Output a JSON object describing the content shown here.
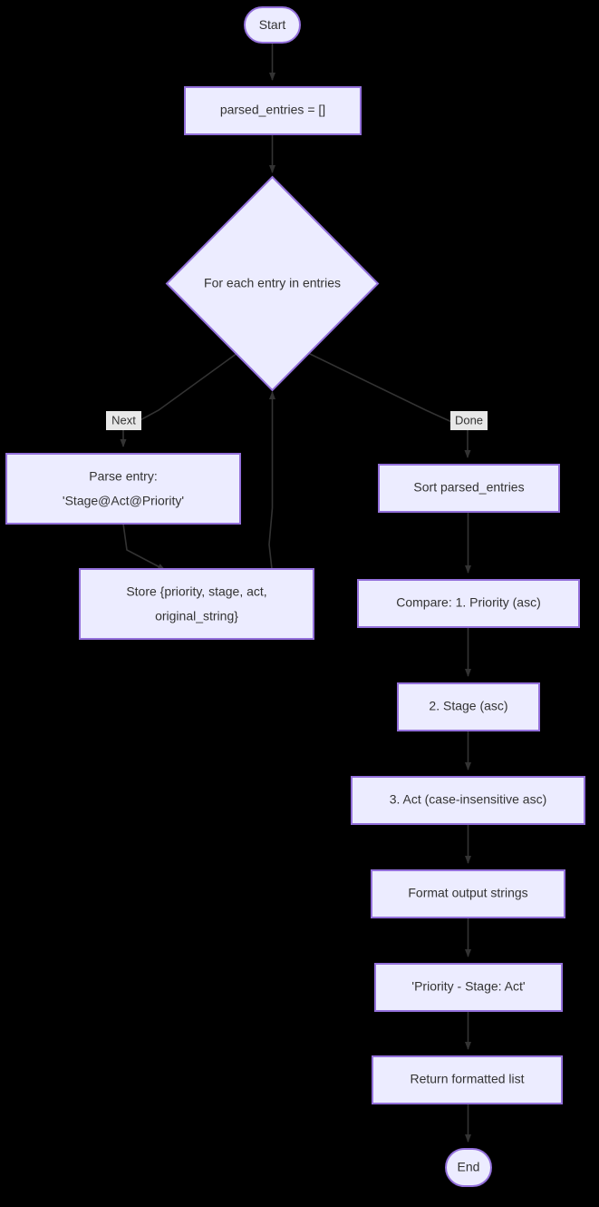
{
  "diagram": {
    "type": "flowchart",
    "direction": "top-down",
    "background_color": "#000000",
    "node_fill_color": "#ececff",
    "node_border_color": "#9370db",
    "edge_color": "#333333",
    "text_color": "#333333",
    "edge_label_background": "#e8e8e8"
  },
  "nodes": {
    "start": {
      "label": "Start",
      "shape": "stadium"
    },
    "init": {
      "label": "parsed_entries = []",
      "shape": "rect"
    },
    "loop": {
      "label": "For each entry in entries",
      "shape": "diamond"
    },
    "parse": {
      "label_line1": "Parse entry:",
      "label_line2": "'Stage@Act@Priority'",
      "shape": "rect"
    },
    "store": {
      "label_line1": "Store {priority, stage, act,",
      "label_line2": "original_string}",
      "shape": "rect"
    },
    "sort": {
      "label": "Sort parsed_entries",
      "shape": "rect"
    },
    "compare1": {
      "label": "Compare: 1. Priority (asc)",
      "shape": "rect"
    },
    "compare2": {
      "label": "2. Stage (asc)",
      "shape": "rect"
    },
    "compare3": {
      "label": "3. Act (case-insensitive asc)",
      "shape": "rect"
    },
    "format": {
      "label": "Format output strings",
      "shape": "rect"
    },
    "template": {
      "label": "'Priority - Stage: Act'",
      "shape": "rect"
    },
    "ret": {
      "label": "Return formatted list",
      "shape": "rect"
    },
    "end": {
      "label": "End",
      "shape": "stadium"
    }
  },
  "edge_labels": {
    "next": "Next",
    "done": "Done"
  }
}
